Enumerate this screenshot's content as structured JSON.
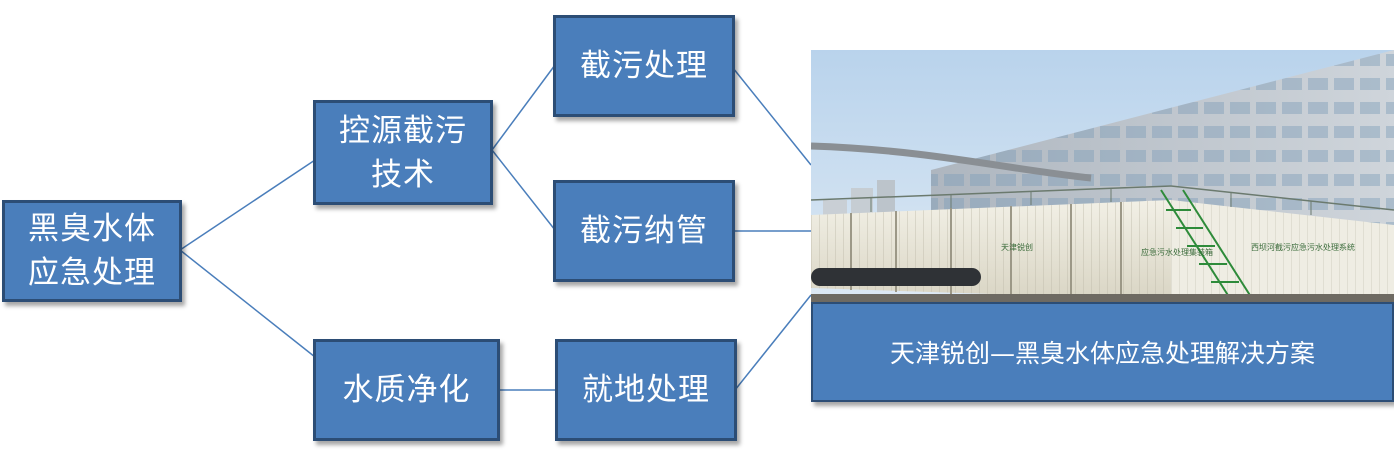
{
  "root": {
    "line1": "黑臭水体",
    "line2": "应急处理"
  },
  "branch_a": {
    "line1": "控源截污",
    "line2": "技术"
  },
  "branch_b": {
    "label": "水质净化"
  },
  "leaf_1": {
    "label": "截污处理"
  },
  "leaf_2": {
    "label": "截污纳管"
  },
  "leaf_3": {
    "label": "就地处理"
  },
  "photo": {
    "sign_main": "应急污水处理集装箱",
    "sign_wall": "西坝河截污应急污水处理系统",
    "sign_brand": "天津锐创"
  },
  "caption": {
    "text": "天津锐创—黑臭水体应急处理解决方案"
  },
  "colors": {
    "box_fill": "#4a7ebb",
    "box_border": "#2c4d75",
    "connector": "#4a7ebb"
  }
}
